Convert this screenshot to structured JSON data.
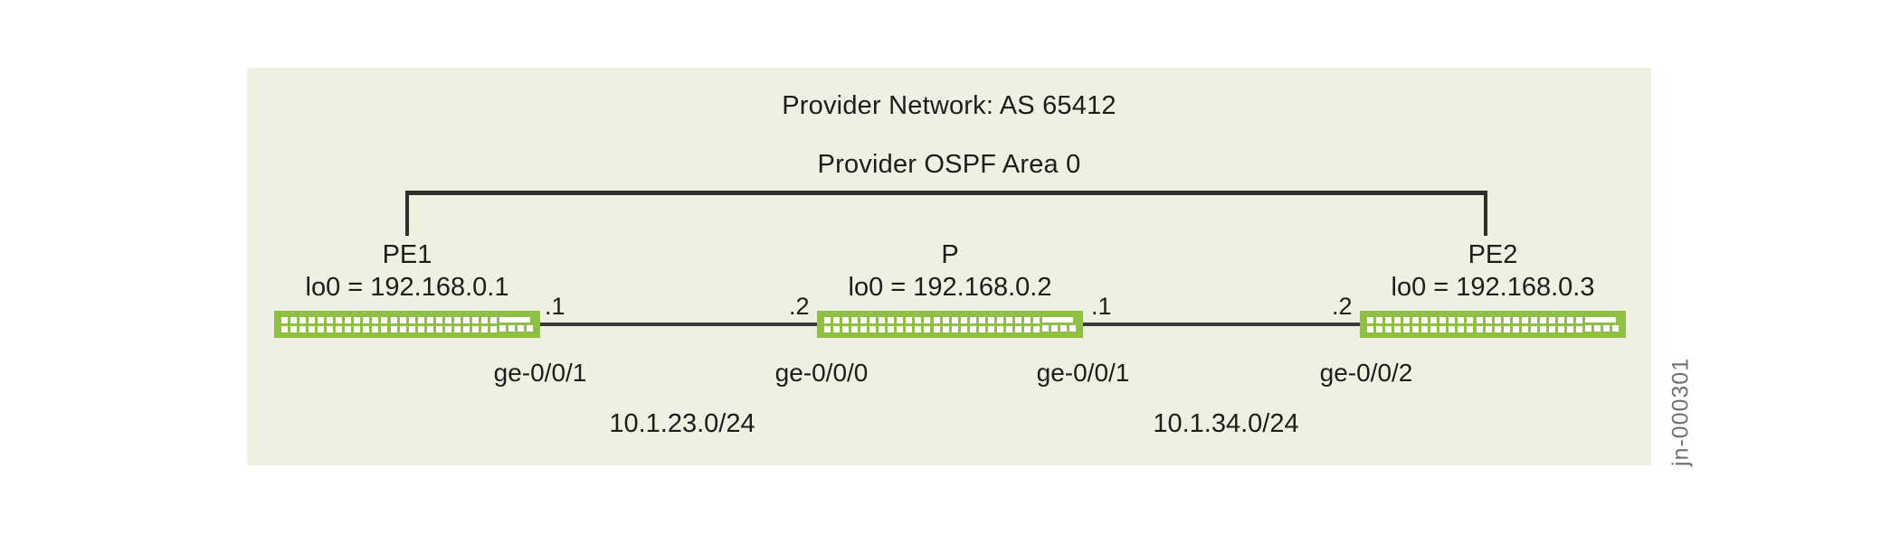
{
  "figure": {
    "title": "Provider Network: AS 65412",
    "ospf_area_label": "Provider OSPF Area 0",
    "figure_id": "jn-000301"
  },
  "routers": [
    {
      "name": "PE1",
      "loopback": "lo0 = 192.168.0.1"
    },
    {
      "name": "P",
      "loopback": "lo0 = 192.168.0.2"
    },
    {
      "name": "PE2",
      "loopback": "lo0 = 192.168.0.3"
    }
  ],
  "links": [
    {
      "subnet": "10.1.23.0/24",
      "a_addr": ".1",
      "a_iface": "ge-0/0/1",
      "b_addr": ".2",
      "b_iface": "ge-0/0/0"
    },
    {
      "subnet": "10.1.34.0/24",
      "a_addr": ".1",
      "a_iface": "ge-0/0/1",
      "b_addr": ".2",
      "b_iface": "ge-0/0/2"
    }
  ],
  "colors": {
    "panel_background": "#eef1e2",
    "device_green": "#8fbf45",
    "line_dark": "#2f2f2d",
    "text": "#1d1d1b",
    "figure_id_gray": "#717171"
  }
}
